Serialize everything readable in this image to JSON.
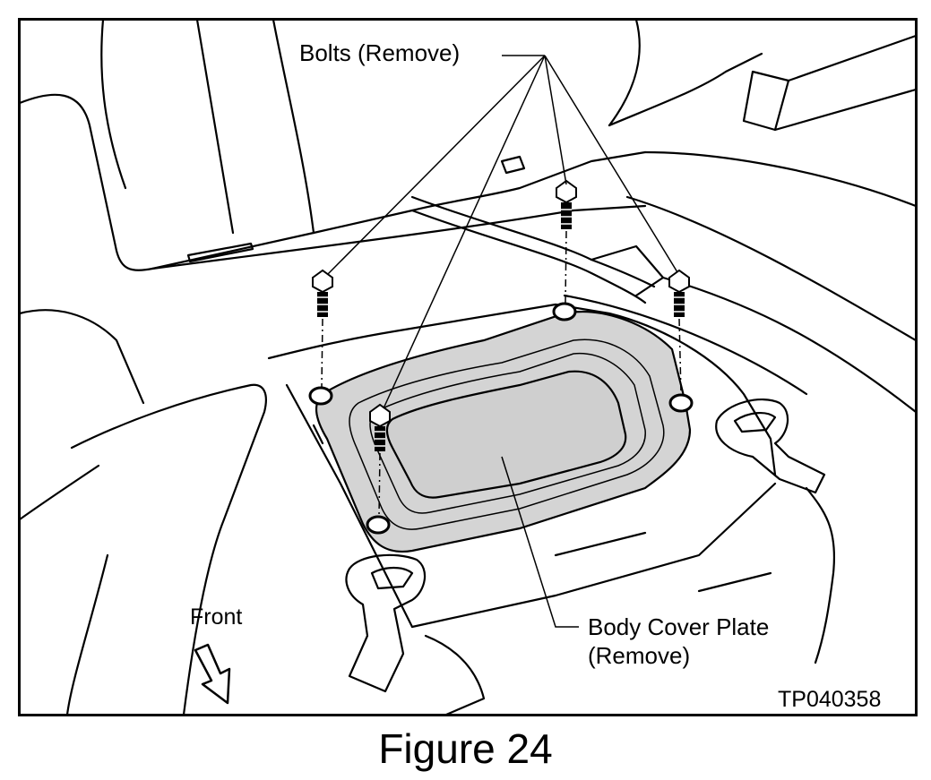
{
  "figure": {
    "labels": {
      "bolts": "Bolts (Remove)",
      "plate_line1": "Body Cover Plate",
      "plate_line2": "(Remove)",
      "front": "Front",
      "code": "TP040358"
    },
    "caption": "Figure 24"
  },
  "colors": {
    "line": "#000000",
    "plate_fill": "#d4d4d4",
    "background": "#ffffff"
  },
  "icons": [
    "front-arrow-icon",
    "bolt-icon"
  ]
}
